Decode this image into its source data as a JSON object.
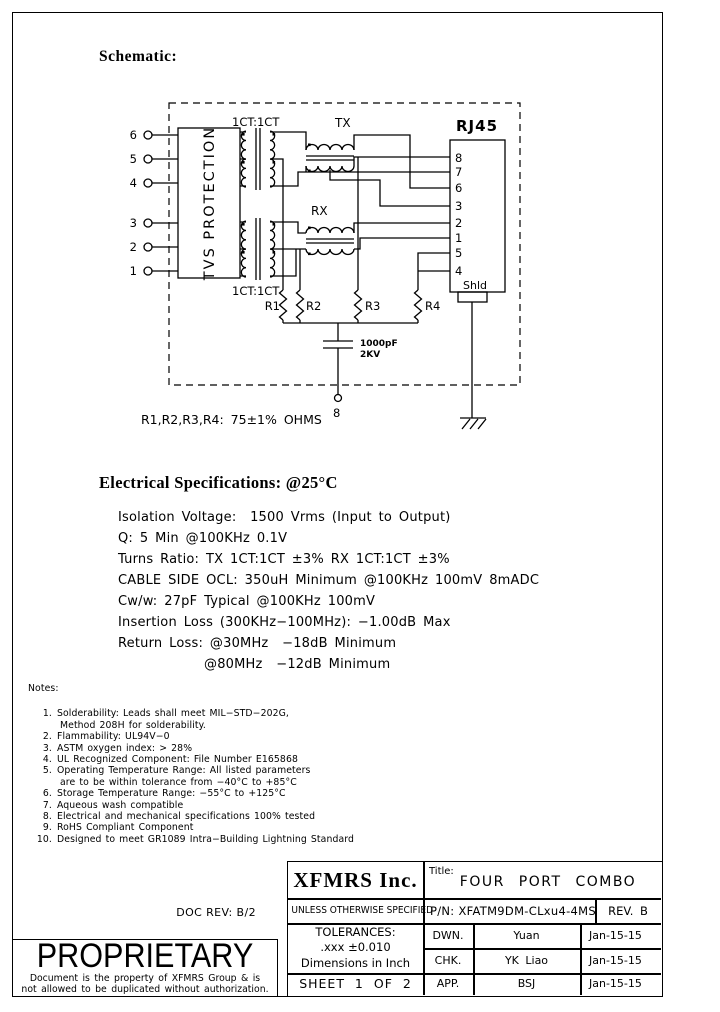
{
  "page": {
    "schematic_heading": "Schematic:",
    "electrical_heading": "Electrical Specifications: @25°C"
  },
  "schematic": {
    "left_pins": [
      "6",
      "5",
      "4",
      "3",
      "2",
      "1"
    ],
    "tvs_label": "TVS PROTECTION",
    "transformer_top_label": "1CT:1CT",
    "transformer_bottom_label": "1CT:1CT",
    "tx_label": "TX",
    "rx_label": "RX",
    "rj45_label": "RJ45",
    "rj45_pins": [
      "8",
      "7",
      "6",
      "3",
      "2",
      "1",
      "5",
      "4"
    ],
    "shield_label": "Shld",
    "resistors": [
      "R1",
      "R2",
      "R3",
      "R4"
    ],
    "cap_value": "1000pF",
    "cap_rating": "2KV",
    "center_tap_pin": "8",
    "resistor_note": "R1,R2,R3,R4: 75±1% OHMS"
  },
  "specs": {
    "lines": [
      "Isolation Voltage:  1500 Vrms (Input to Output)",
      "Q: 5 Min @100KHz 0.1V",
      "Turns Ratio: TX 1CT:1CT ±3% RX 1CT:1CT ±3%",
      "CABLE SIDE OCL: 350uH Minimum @100KHz 100mV 8mADC",
      "Cw/w: 27pF Typical @100KHz 100mV",
      "Insertion Loss (300KHz−100MHz): −1.00dB Max",
      "Return Loss: @30MHz  −18dB Minimum",
      "@80MHz  −12dB Minimum"
    ]
  },
  "notes": {
    "heading": "Notes:",
    "items": [
      {
        "num": "1.",
        "lines": [
          "Solderability: Leads shall meet MIL−STD−202G,",
          "Method 208H for solderability."
        ]
      },
      {
        "num": "2.",
        "lines": [
          "Flammability: UL94V−0"
        ]
      },
      {
        "num": "3.",
        "lines": [
          "ASTM oxygen index: > 28%"
        ]
      },
      {
        "num": "4.",
        "lines": [
          "UL Recognized Component: File Number E165868"
        ]
      },
      {
        "num": "5.",
        "lines": [
          "Operating Temperature Range: All listed parameters",
          "are to be within tolerance from −40°C to +85°C"
        ]
      },
      {
        "num": "6.",
        "lines": [
          "Storage Temperature Range: −55°C to +125°C"
        ]
      },
      {
        "num": "7.",
        "lines": [
          "Aqueous wash compatible"
        ]
      },
      {
        "num": "8.",
        "lines": [
          "Electrical and mechanical specifications 100% tested"
        ]
      },
      {
        "num": "9.",
        "lines": [
          "RoHS Compliant Component"
        ]
      },
      {
        "num": "10.",
        "lines": [
          "Designed to meet GR1089 Intra−Building Lightning Standard"
        ]
      }
    ]
  },
  "title_block": {
    "company": "XFMRS Inc.",
    "title_label": "Title:",
    "title": "FOUR PORT COMBO",
    "unless": "UNLESS OTHERWISE SPECIFIED",
    "pn": "P/N: XFATM9DM-CLxu4-4MS",
    "rev": "REV. B",
    "tolerances_label": "TOLERANCES:",
    "tolerance_value": ".xxx ±0.010",
    "dimensions": "Dimensions in Inch",
    "sheet": "SHEET 1 OF 2",
    "doc_rev": "DOC REV: B/2",
    "rows": [
      {
        "role": "DWN.",
        "name": "Yuan",
        "date": "Jan-15-15"
      },
      {
        "role": "CHK.",
        "name": "YK Liao",
        "date": "Jan-15-15"
      },
      {
        "role": "APP.",
        "name": "BSJ",
        "date": "Jan-15-15"
      }
    ]
  },
  "proprietary": {
    "heading": "PROPRIETARY",
    "line1": "Document is the property of XFMRS Group & is",
    "line2": "not allowed to be duplicated without authorization."
  }
}
